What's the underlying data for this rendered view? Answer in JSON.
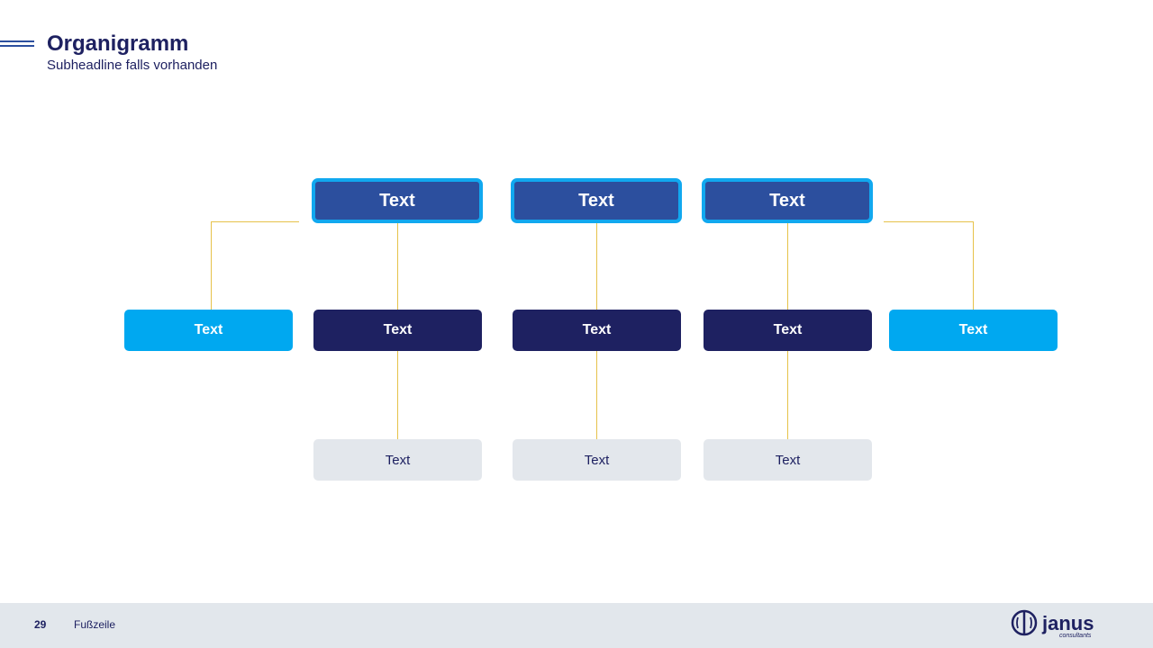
{
  "header": {
    "title": "Organigramm",
    "subtitle": "Subheadline falls vorhanden"
  },
  "org_chart": {
    "top_row": [
      "Text",
      "Text",
      "Text"
    ],
    "middle_row": [
      "Text",
      "Text",
      "Text",
      "Text",
      "Text"
    ],
    "bottom_row": [
      "Text",
      "Text",
      "Text"
    ]
  },
  "footer": {
    "page_number": "29",
    "text": "Fußzeile",
    "logo_text": "janus",
    "logo_subtext": "consultants"
  },
  "colors": {
    "navy": "#1e2161",
    "royal_blue": "#2c4f9e",
    "sky_blue": "#00a8f0",
    "light_gray": "#e3e7ec",
    "connector_yellow": "#e6c24a"
  }
}
